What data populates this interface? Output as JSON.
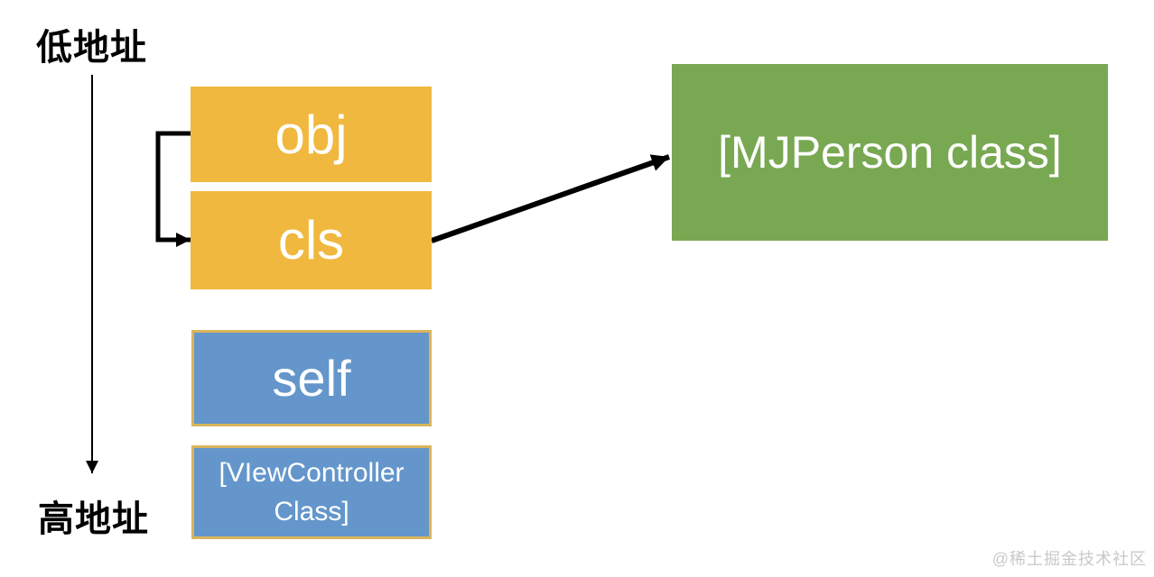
{
  "labels": {
    "low_address": "低地址",
    "high_address": "高地址"
  },
  "memory_boxes": {
    "obj": "obj",
    "cls": "cls",
    "self": "self",
    "view_controller": "[VIewController Class]",
    "mj_person": "[MJPerson class]"
  },
  "arrows": {
    "address_direction": "low-address-to-high-address",
    "obj_to_cls": "obj-points-to-cls",
    "cls_to_class": "cls-points-to-mjperson-class"
  },
  "watermark": "@稀土掘金技术社区",
  "colors": {
    "box_yellow": "#F0B83E",
    "box_green": "#79A852",
    "box_blue": "#6496CB",
    "blue_border": "#D8B55C",
    "arrow_black": "#000000",
    "label_text": "#000000",
    "box_text": "#FFFFFF",
    "watermark_gray": "#C9C9C9"
  }
}
